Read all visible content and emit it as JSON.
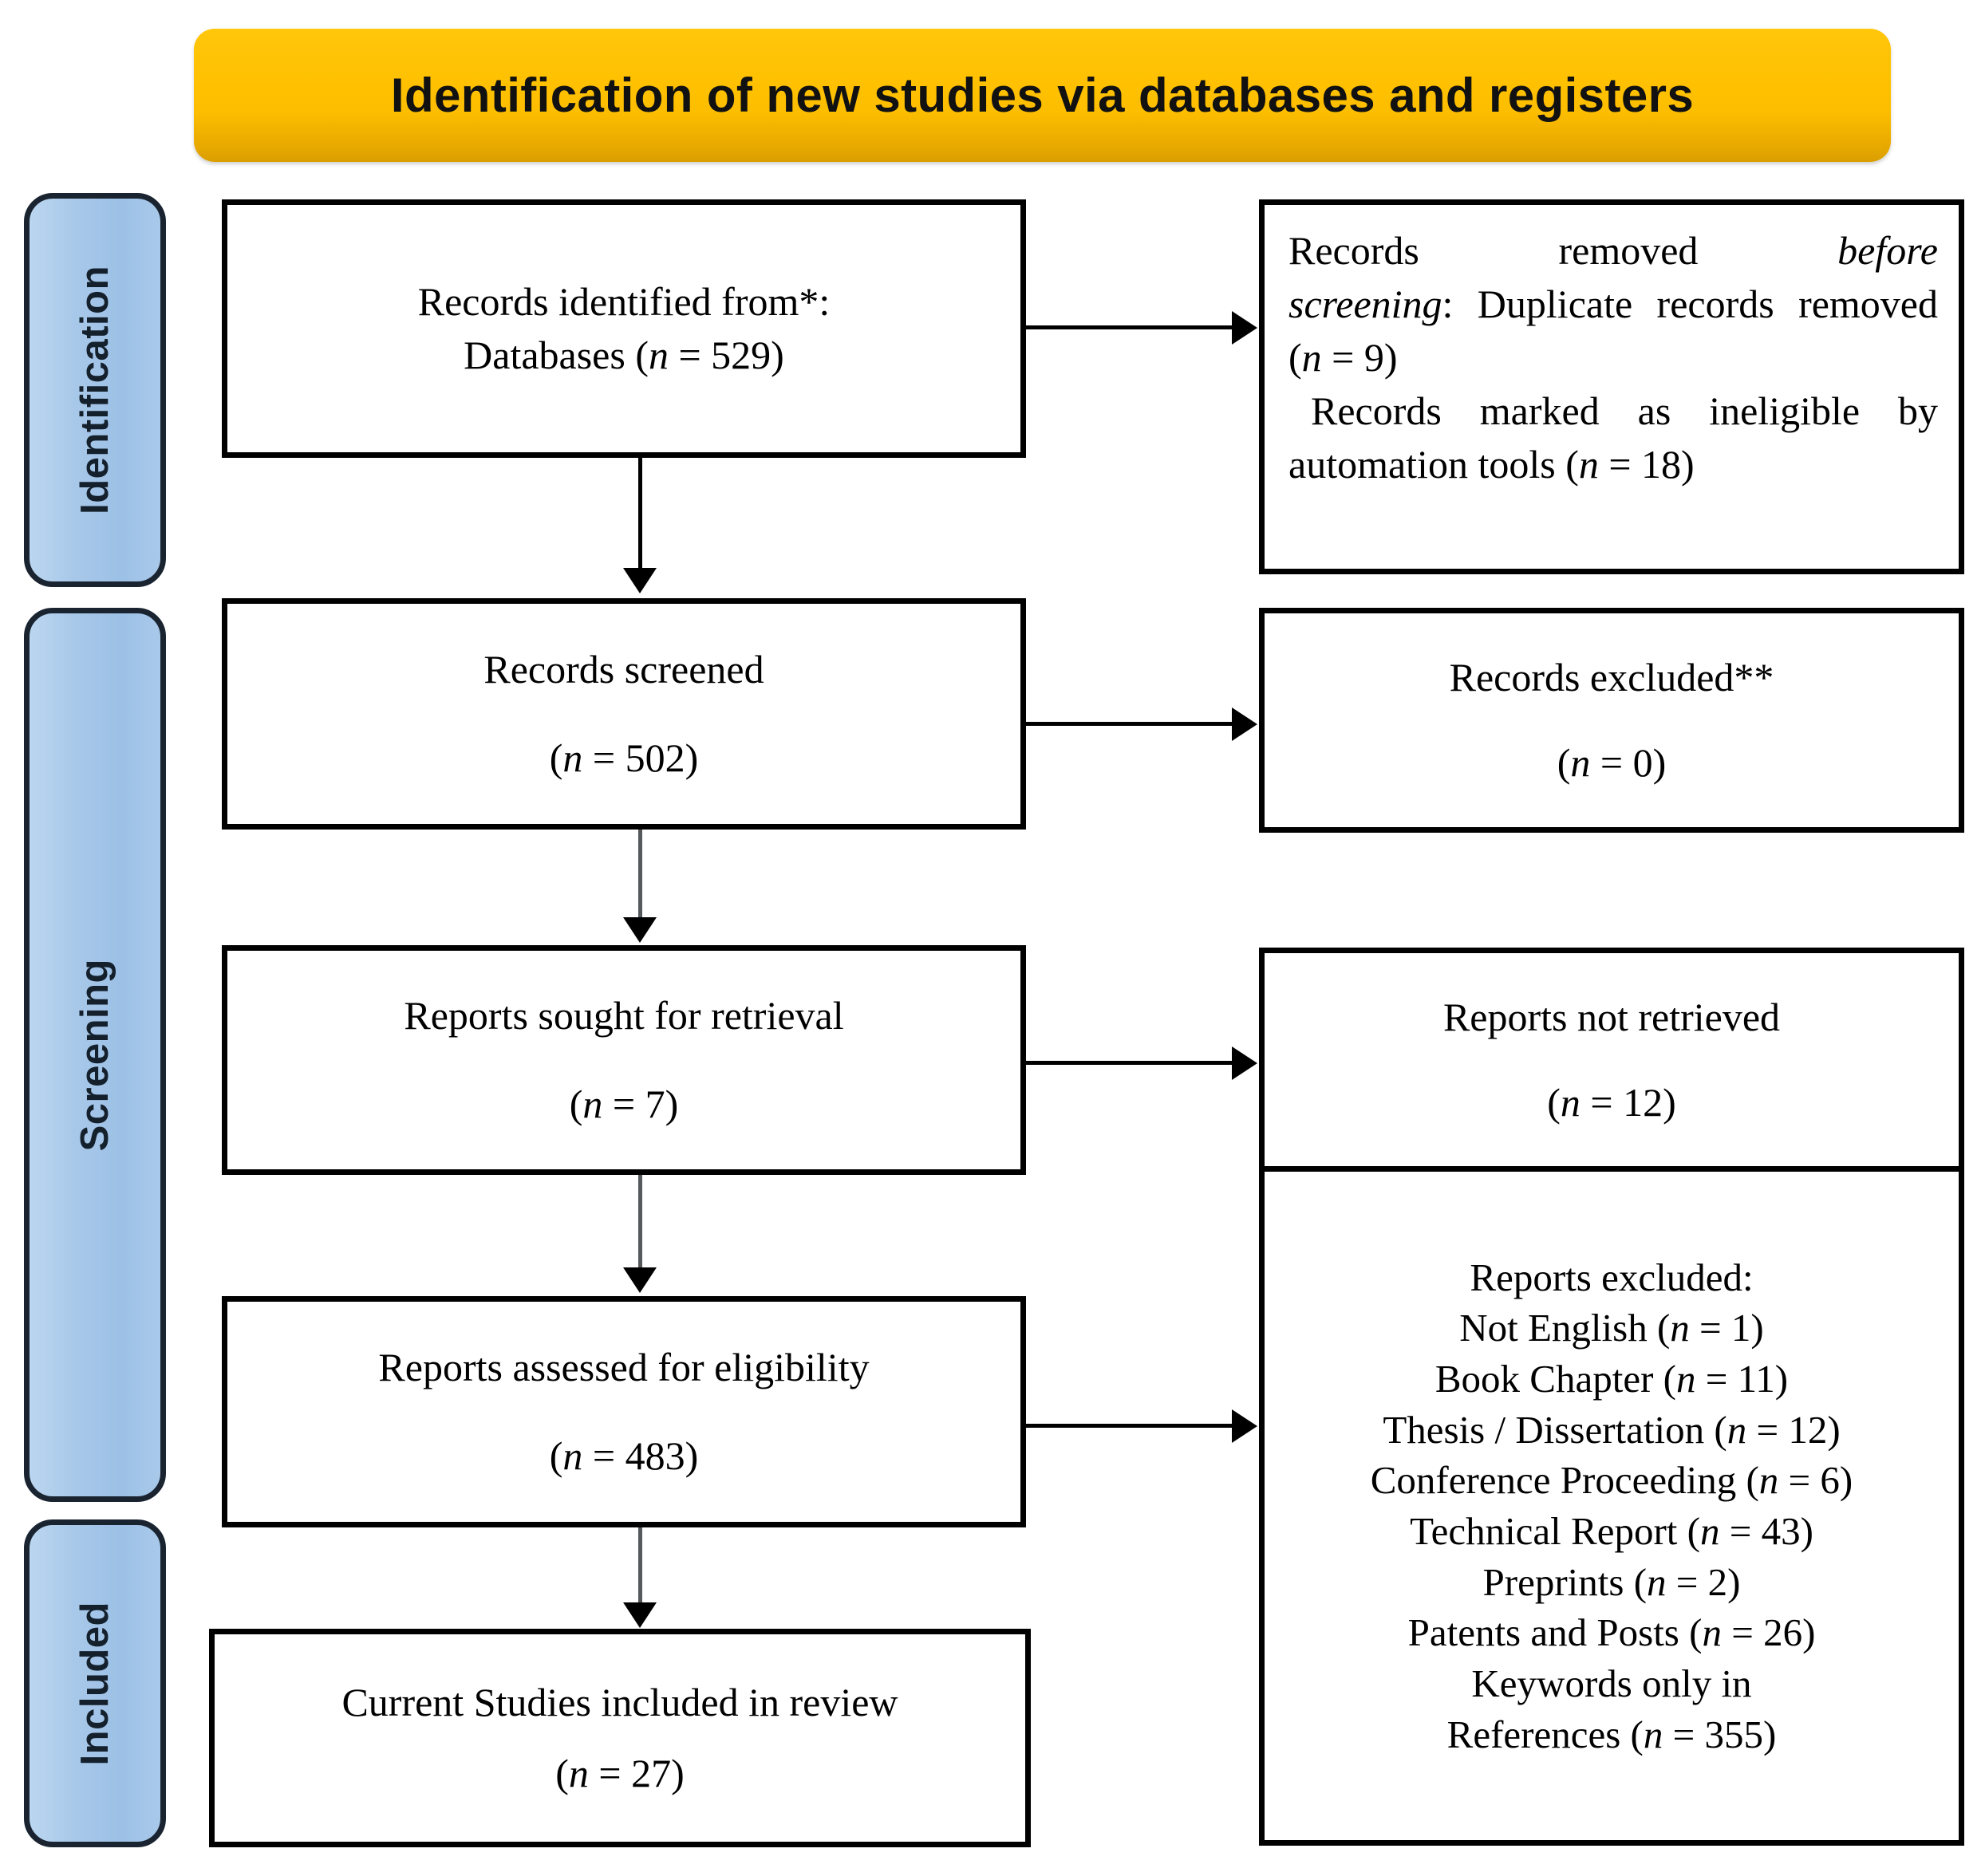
{
  "banner": {
    "title": "Identification of new studies via databases and registers"
  },
  "stages": [
    {
      "id": "identification",
      "label": "Identification"
    },
    {
      "id": "screening",
      "label": "Screening"
    },
    {
      "id": "included",
      "label": "Included"
    }
  ],
  "boxes": {
    "identified": {
      "line1": "Records identified from*:",
      "line2_prefix": "Databases (",
      "line2_n": "n",
      "line2_suffix": " = 529)"
    },
    "screened": {
      "line1": "Records screened",
      "line2_prefix": "(",
      "line2_n": "n",
      "line2_suffix": " = 502)"
    },
    "sought": {
      "line1": "Reports sought for retrieval",
      "line2_prefix": "(",
      "line2_n": "n",
      "line2_suffix": " = 7)"
    },
    "assessed": {
      "line1": "Reports assessed for eligibility",
      "line2_prefix": "(",
      "line2_n": "n",
      "line2_suffix": " = 483)"
    },
    "included": {
      "line1": "Current Studies included in review",
      "line2_prefix": "(",
      "line2_n": "n",
      "line2_suffix": " = 27)"
    },
    "removed": {
      "seg1": "Records removed ",
      "seg2_italic": "before",
      "seg3_italic": "screening",
      "seg4": ": Duplicate records removed  (",
      "seg4_n": "n",
      "seg4_suffix": " = 9)",
      "seg5": "Records marked as ineligible by automation tools (",
      "seg5_n": "n",
      "seg5_suffix": " = 18)"
    },
    "excluded": {
      "line1": "Records excluded**",
      "line2_prefix": "(",
      "line2_n": "n",
      "line2_suffix": " = 0)"
    },
    "not_retrieved": {
      "line1": "Reports not retrieved",
      "line2_prefix": "(",
      "line2_n": "n",
      "line2_suffix": " = 12)"
    },
    "reports_excluded": {
      "heading": "Reports excluded:",
      "items": [
        {
          "label": "Not English (",
          "n": "n",
          "suffix": " = 1)"
        },
        {
          "label": "Book Chapter (",
          "n": "n",
          "suffix": " = 11)"
        },
        {
          "label": "Thesis / Dissertation (",
          "n": "n",
          "suffix": " = 12)"
        },
        {
          "label": "Conference Proceeding (",
          "n": "n",
          "suffix": " = 6)"
        },
        {
          "label": "Technical Report (",
          "n": "n",
          "suffix": " = 43)"
        },
        {
          "label": "Preprints (",
          "n": "n",
          "suffix": " = 2)"
        },
        {
          "label": "Patents and Posts (",
          "n": "n",
          "suffix": " = 26)"
        }
      ],
      "last_line1": "Keywords only in",
      "last_line2_prefix": "References (",
      "last_line2_n": "n",
      "last_line2_suffix": " = 355)"
    }
  },
  "colors": {
    "banner_orange": "#FFC000",
    "stage_blue": "#A8C8E9",
    "box_border": "#000000",
    "connector": "#55595C",
    "text": "#000000"
  }
}
